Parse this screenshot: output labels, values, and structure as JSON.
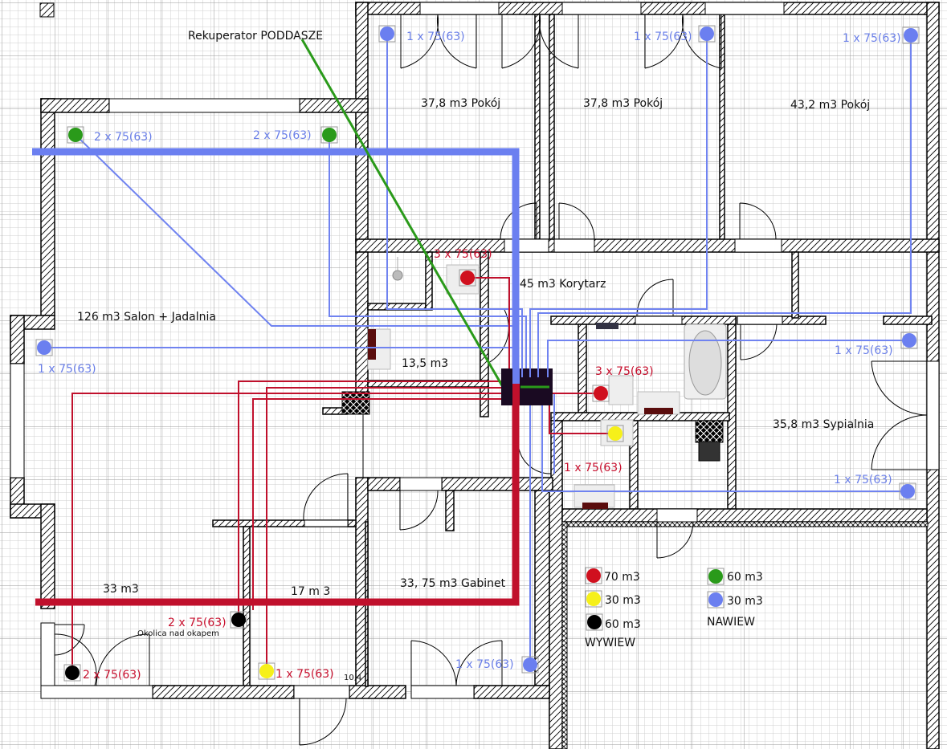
{
  "title": "Rekuperator PODDASZE",
  "colors": {
    "supply_main": "#6b7ff0",
    "supply_line": "#7083f0",
    "exhaust_main": "#c0102c",
    "exhaust_line": "#c0102c",
    "recuperator_line": "#2a9a1a",
    "vent_red": "#d0101e",
    "vent_yellow": "#f6f01a",
    "vent_black": "#000000",
    "vent_green": "#2a9a1a",
    "vent_blue": "#6b7ff0",
    "wall": "#000000",
    "grid_minor": "#cfcfcf",
    "grid_major": "#9a9a9a",
    "distribution_box": "#1a0a22"
  },
  "rooms": [
    {
      "id": "pokoj-1",
      "label": "37,8 m3 Pokój"
    },
    {
      "id": "pokoj-2",
      "label": "37,8 m3 Pokój"
    },
    {
      "id": "pokoj-3",
      "label": "43,2 m3 Pokój"
    },
    {
      "id": "korytarz",
      "label": "45 m3 Korytarz"
    },
    {
      "id": "salon",
      "label": "126 m3 Salon + Jadalnia"
    },
    {
      "id": "lazienka-mala",
      "label": "13,5 m3"
    },
    {
      "id": "sypialnia",
      "label": "35,8 m3 Sypialnia"
    },
    {
      "id": "kuchnia",
      "label": "33 m3"
    },
    {
      "id": "spizarnia",
      "label": "17 m 3"
    },
    {
      "id": "gabinet",
      "label": "33, 75 m3 Gabinet"
    }
  ],
  "annotations": {
    "okap": "Okolica nad okapem",
    "dimension": "10,4"
  },
  "vents": [
    {
      "id": "v-salon-nw",
      "type": "green",
      "label": "2 x 75(63)"
    },
    {
      "id": "v-salon-ne",
      "type": "green",
      "label": "2 x 75(63)"
    },
    {
      "id": "v-pokoj1",
      "type": "blue",
      "label": "1 x 75(63)"
    },
    {
      "id": "v-pokoj2",
      "type": "blue",
      "label": "1 x 75(63)"
    },
    {
      "id": "v-pokoj3",
      "type": "blue",
      "label": "1 x 75(63)"
    },
    {
      "id": "v-wc",
      "type": "red",
      "label": "3 x 75(63)"
    },
    {
      "id": "v-salon-w",
      "type": "blue",
      "label": "1 x 75(63)"
    },
    {
      "id": "v-lazienka",
      "type": "red",
      "label": "3 x 75(63)"
    },
    {
      "id": "v-sypialnia-n",
      "type": "blue",
      "label": "1 x 75(63)"
    },
    {
      "id": "v-lazienka2",
      "type": "yellow",
      "label": "1 x 75(63)"
    },
    {
      "id": "v-sypialnia-s",
      "type": "blue",
      "label": "1 x 75(63)"
    },
    {
      "id": "v-kuchnia-okap",
      "type": "black",
      "label": "2 x 75(63)"
    },
    {
      "id": "v-kuchnia",
      "type": "black",
      "label": "2 x 75(63)"
    },
    {
      "id": "v-spizarnia",
      "type": "yellow",
      "label": "1 x 75(63)"
    },
    {
      "id": "v-gabinet",
      "type": "blue",
      "label": "1 x 75(63)"
    }
  ],
  "legend": {
    "exhaust": {
      "title": "WYWIEW",
      "items": [
        {
          "color": "red",
          "label": "70 m3"
        },
        {
          "color": "yellow",
          "label": "30 m3"
        },
        {
          "color": "black",
          "label": "60 m3"
        }
      ]
    },
    "supply": {
      "title": "NAWIEW",
      "items": [
        {
          "color": "green",
          "label": "60 m3"
        },
        {
          "color": "blue",
          "label": "30 m3"
        }
      ]
    }
  }
}
